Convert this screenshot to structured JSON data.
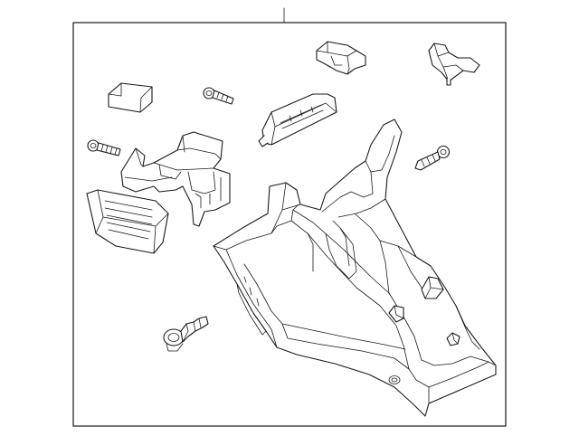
{
  "diagram": {
    "frame_color": "#1a1a1a",
    "background": "#ffffff",
    "parts": [
      {
        "name": "clip-cover",
        "icon": "cover-panel-icon"
      },
      {
        "name": "screw-upper",
        "icon": "screw-icon"
      },
      {
        "name": "handle-bracket",
        "icon": "bracket-icon"
      },
      {
        "name": "clip-retainer-a",
        "icon": "clip-icon"
      },
      {
        "name": "clip-retainer-b",
        "icon": "clip-icon"
      },
      {
        "name": "screw-left",
        "icon": "screw-icon"
      },
      {
        "name": "vent-mount-bracket",
        "icon": "bracket-icon"
      },
      {
        "name": "screw-right",
        "icon": "screw-icon"
      },
      {
        "name": "console-panel",
        "icon": "panel-icon"
      },
      {
        "name": "push-pin-fastener",
        "icon": "fastener-icon"
      }
    ]
  }
}
